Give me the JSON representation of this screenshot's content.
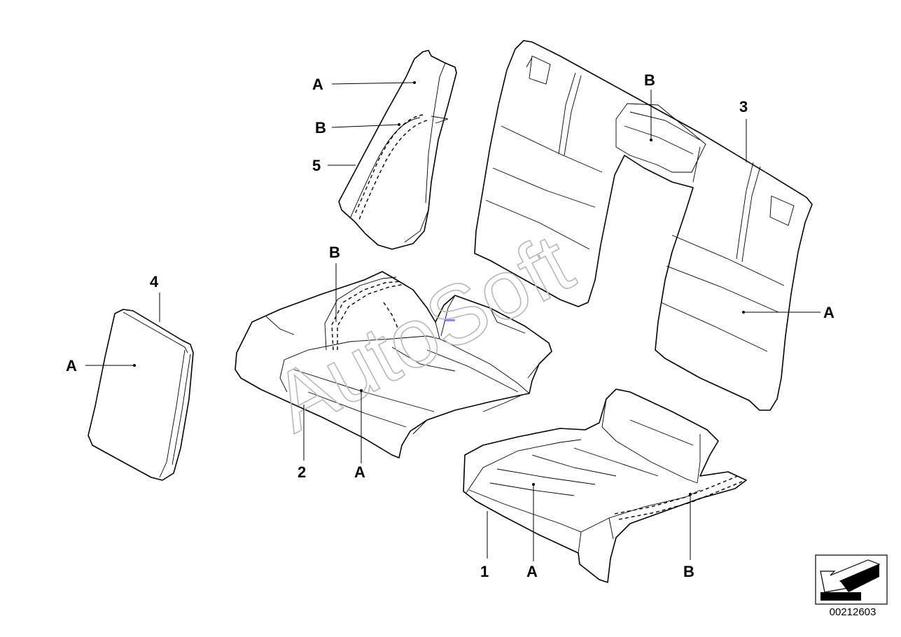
{
  "watermark": "AutoSoft",
  "diagram_id": "00212603",
  "labels": {
    "part5_A": "A",
    "part5_B": "B",
    "part5_num": "5",
    "part3_B": "B",
    "part3_num": "3",
    "part3_A": "A",
    "part4_num": "4",
    "part4_A": "A",
    "part2_B": "B",
    "part2_num": "2",
    "part2_A": "A",
    "part1_num": "1",
    "part1_A": "A",
    "part1_B": "B"
  }
}
